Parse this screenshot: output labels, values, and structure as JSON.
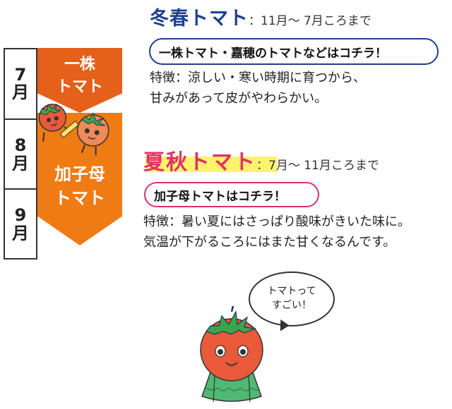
{
  "months": [
    {
      "num": "7",
      "unit": "月"
    },
    {
      "num": "8",
      "unit": "月"
    },
    {
      "num": "9",
      "unit": "月"
    }
  ],
  "banners": {
    "winter": {
      "line1": "一株",
      "line2": "トマト"
    },
    "summer": {
      "line1": "加子母",
      "line2": "トマト"
    }
  },
  "winter": {
    "title": "冬春トマト",
    "period": "：11月～ 7月ころまで",
    "link": "一株トマト・嘉穂のトマトなどはコチラ！",
    "feature_line1": "特徴：涼しい・寒い時期に育つから、",
    "feature_line2": "甘みがあって皮がやわらかい。"
  },
  "summer": {
    "title": "夏秋トマト",
    "period": "：7月～ 11月ころまで",
    "link": "加子母トマトはコチラ！",
    "feature_line1": "特徴：暑い夏にはさっぱり酸味がきいた味に。",
    "feature_line2": "気温が下がるころにはまた甘くなるんです。"
  },
  "bubble": {
    "line1": "トマトって",
    "line2": "すごい！"
  },
  "colors": {
    "winter_accent": "#1e3f8f",
    "summer_accent": "#e0316a",
    "banner_winter": "#e4601b",
    "banner_summer": "#ef7b14",
    "tomato": "#e85a3a",
    "leaf": "#3aa64a"
  },
  "icons": [
    "tomato-mascot-small",
    "tomato-mascot-large",
    "speech-bubble"
  ]
}
